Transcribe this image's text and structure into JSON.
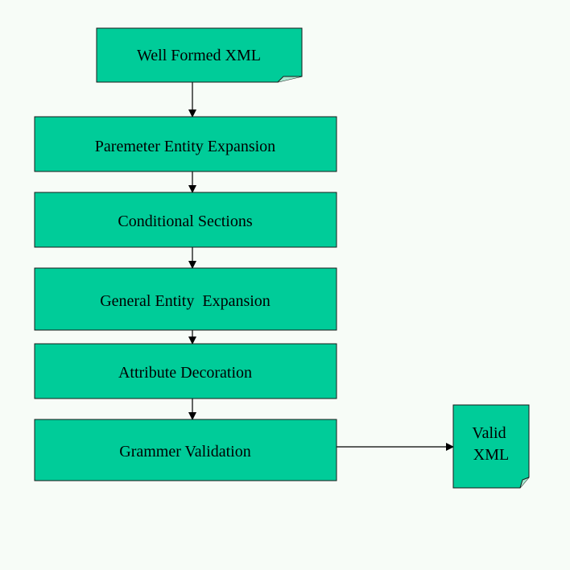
{
  "diagram": {
    "colors": {
      "background": "#f7fcf7",
      "node_fill": "#00cc99",
      "node_stroke": "#1a1a1a",
      "arrow": "#000000"
    },
    "start": {
      "label": "Well Formed XML"
    },
    "steps": [
      {
        "label": "Paremeter Entity Expansion"
      },
      {
        "label": "Conditional Sections"
      },
      {
        "label": "General Entity  Expansion"
      },
      {
        "label": "Attribute Decoration"
      },
      {
        "label": "Grammer Validation"
      }
    ],
    "end": {
      "label_lines": [
        "Valid",
        "XML"
      ]
    },
    "edges": [
      {
        "from": "start",
        "to": "step-0"
      },
      {
        "from": "step-0",
        "to": "step-1"
      },
      {
        "from": "step-1",
        "to": "step-2"
      },
      {
        "from": "step-2",
        "to": "step-3"
      },
      {
        "from": "step-3",
        "to": "step-4"
      },
      {
        "from": "step-4",
        "to": "end"
      }
    ]
  }
}
